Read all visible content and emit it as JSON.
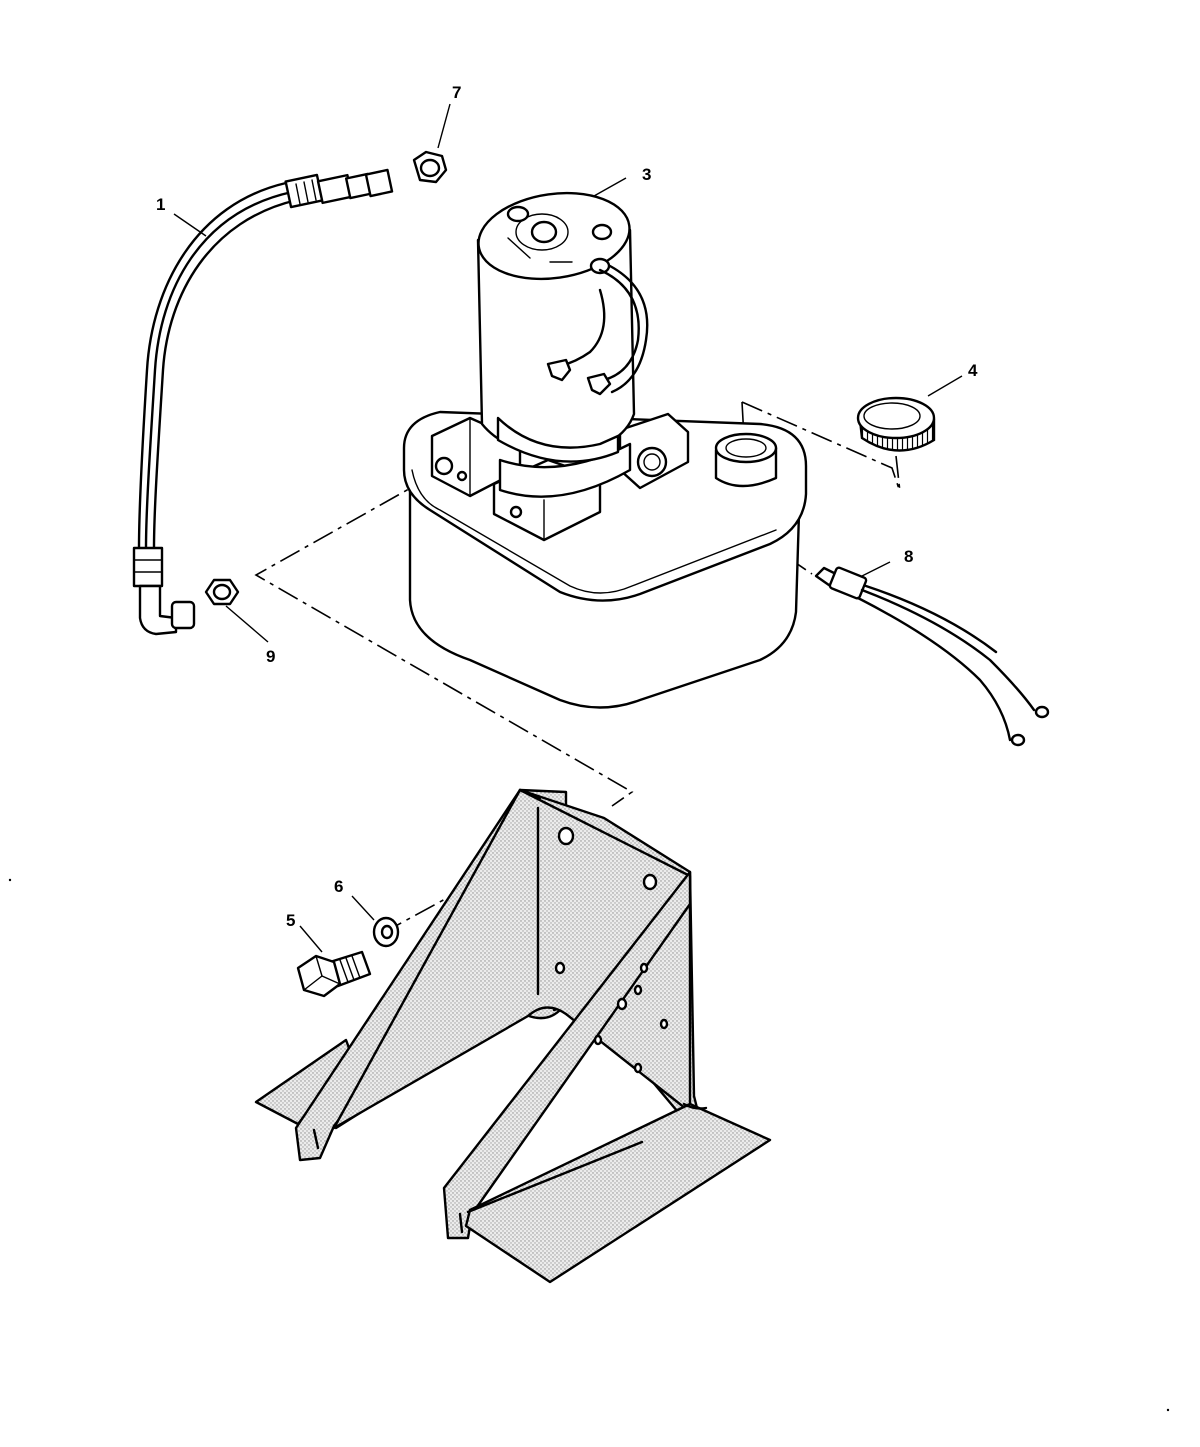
{
  "callouts": {
    "item_1": "1",
    "item_3": "3",
    "item_4": "4",
    "item_5": "5",
    "item_6": "6",
    "item_7": "7",
    "item_8": "8",
    "item_9": "9"
  }
}
